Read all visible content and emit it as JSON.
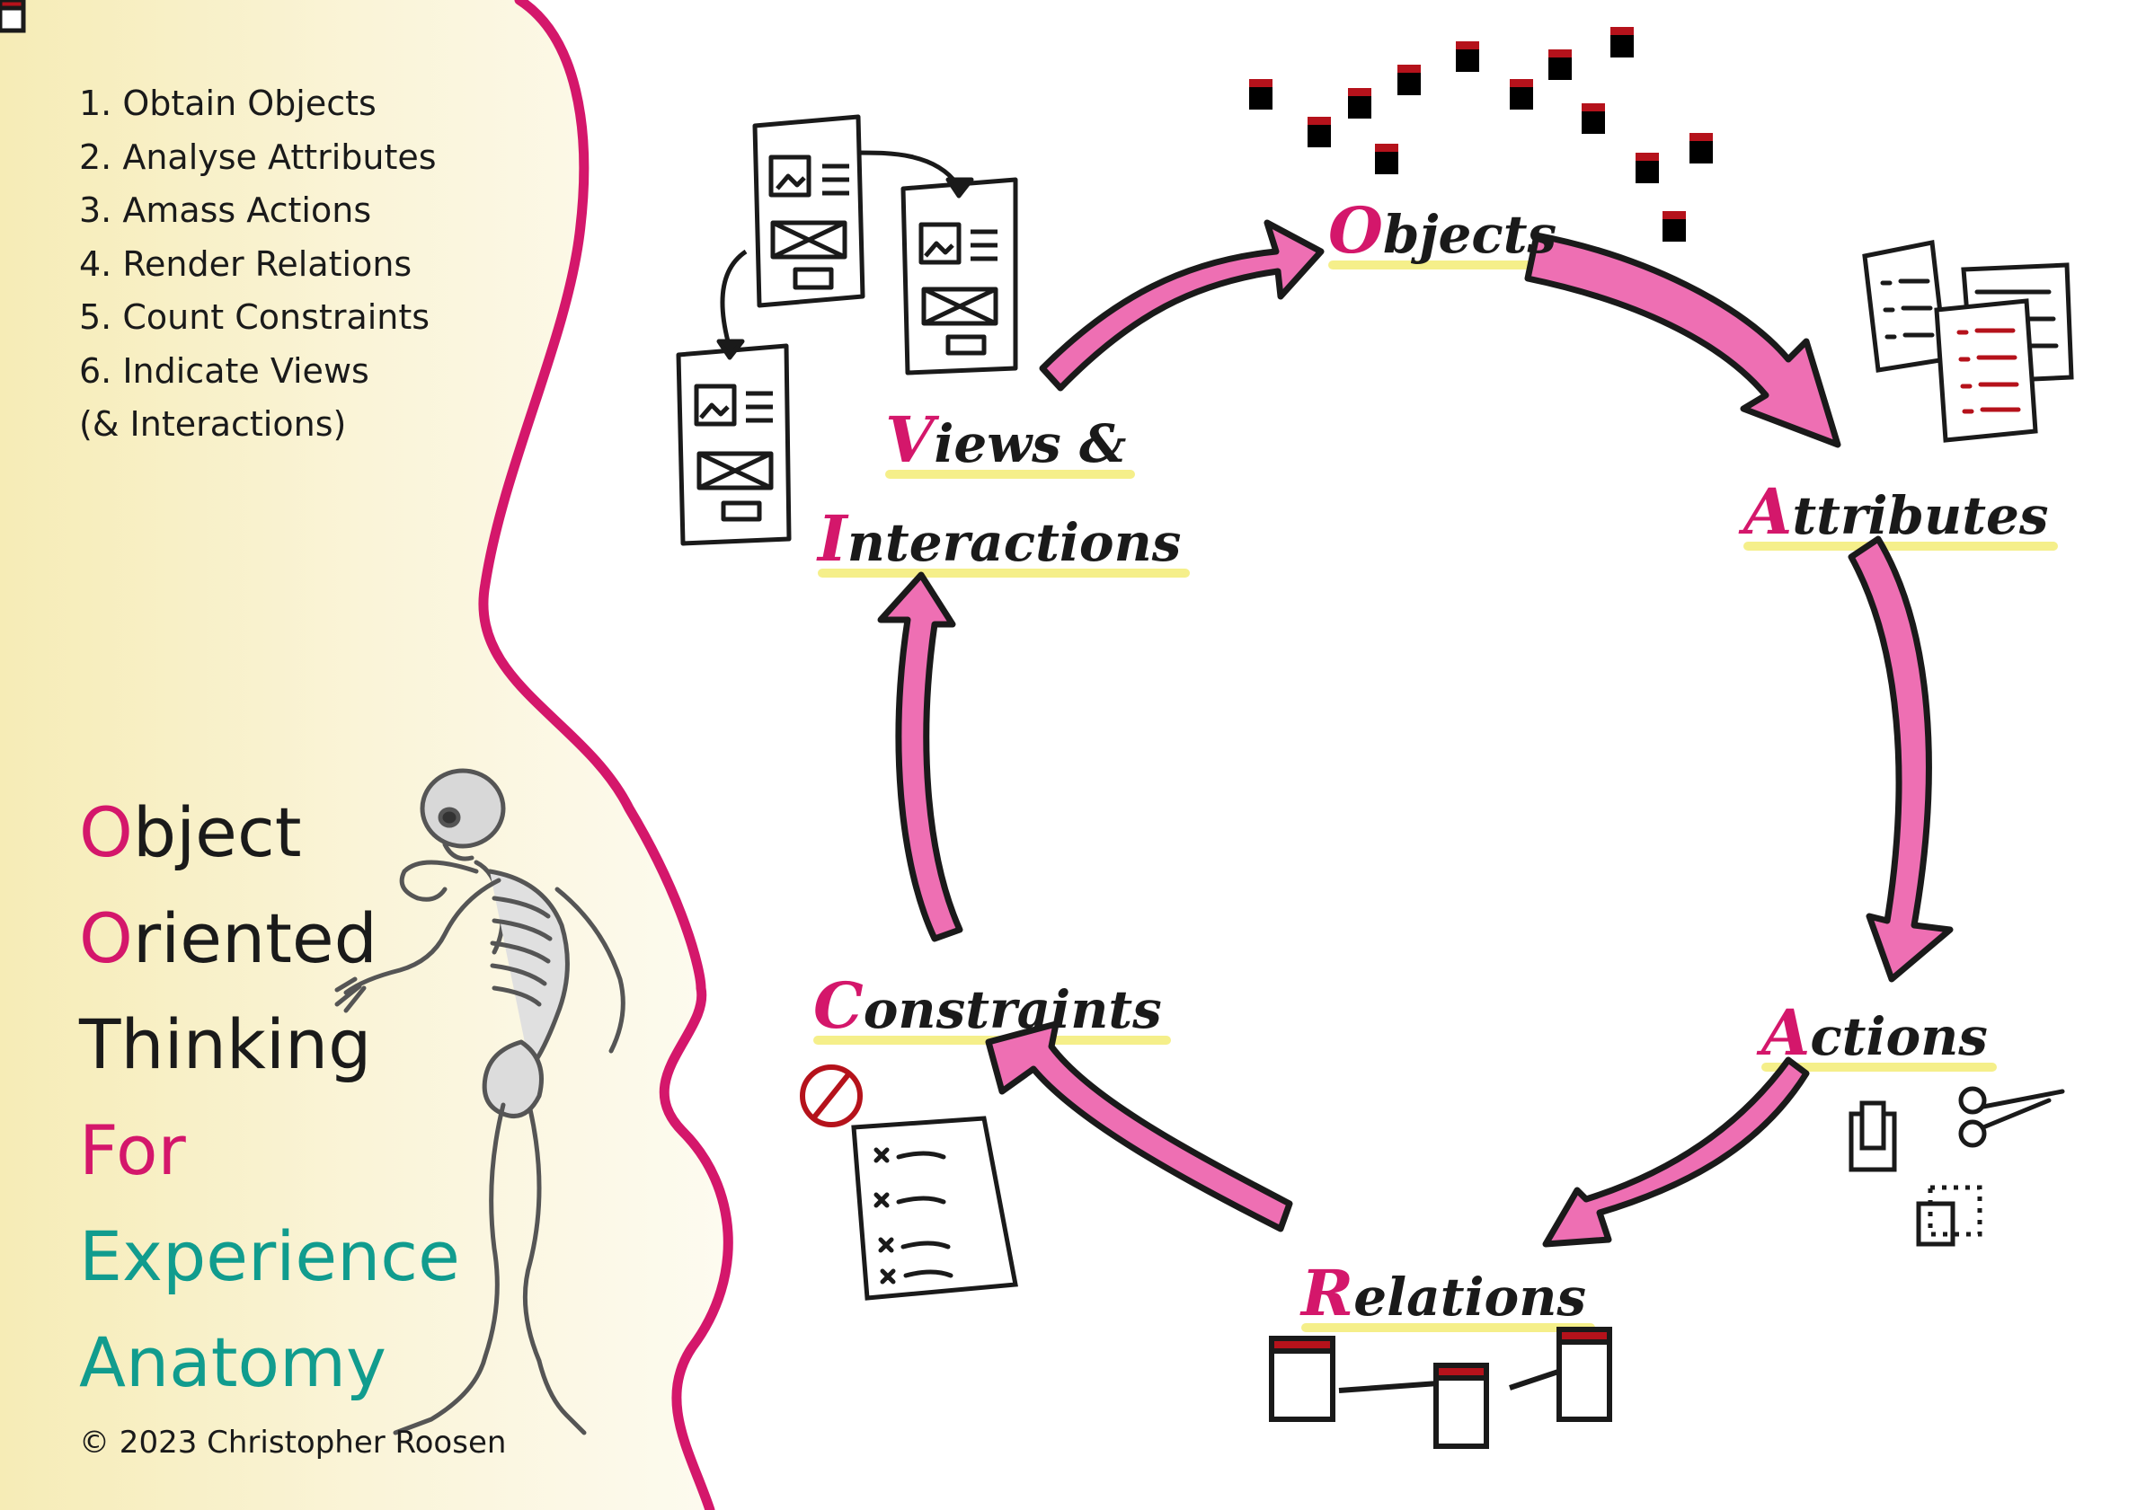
{
  "steps": [
    "1. Obtain Objects",
    "2. Analyse Attributes",
    "3. Amass Actions",
    "4. Render Relations",
    "5. Count Constraints",
    "6. Indicate Views",
    "(& Interactions)"
  ],
  "title_lines": [
    {
      "initial": "O",
      "rest": "bject"
    },
    {
      "initial": "O",
      "rest": "riented"
    },
    {
      "initial": "",
      "rest": "Thinking"
    },
    {
      "initial": "",
      "rest": "For"
    },
    {
      "initial": "",
      "rest": "Experience"
    },
    {
      "initial": "",
      "rest": "Anatomy"
    }
  ],
  "copyright": "© 2023 Christopher Roosen",
  "cycle": {
    "objects": {
      "initial": "O",
      "rest": "bjects"
    },
    "attributes": {
      "initial": "A",
      "rest": "ttributes"
    },
    "actions": {
      "initial": "A",
      "rest": "ctions"
    },
    "relations": {
      "initial": "R",
      "rest": "elations"
    },
    "constraints": {
      "initial": "C",
      "rest": "onstraints"
    },
    "views_line1": {
      "initial": "V",
      "rest": "iews &"
    },
    "views_line2": {
      "initial": "I",
      "rest": "nteractions"
    }
  },
  "colors": {
    "accent_pink": "#d4176b",
    "arrow_pink": "#ee6fb3",
    "teal": "#119c8e",
    "highlight": "#f5ef8a",
    "panel_bg": "#f8f1c9",
    "object_red": "#b5121b"
  },
  "icons": [
    "wireframe-icon",
    "object-card-icon",
    "attribute-list-icon",
    "clipboard-icon",
    "scissors-icon",
    "selection-icon",
    "relation-link-icon",
    "blocked-icon",
    "constraint-list-icon",
    "skeleton-illustration"
  ]
}
